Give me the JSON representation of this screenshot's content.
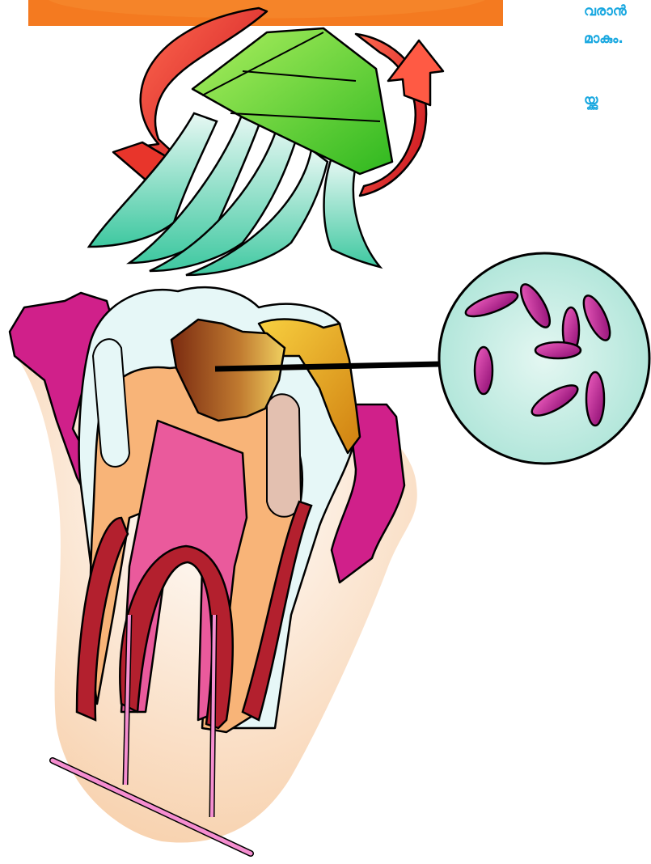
{
  "side_text": {
    "line1": "വരാൻ",
    "line2": "മാകും.",
    "line3": "യ്ക്കു"
  },
  "colors": {
    "banner": "#f47a20",
    "arrow": "#e8352b",
    "brush_head": "#63d626",
    "bristles": "#cdeee3",
    "gum": "#d0208a",
    "enamel": "#e6f7f7",
    "dentin": "#f8b478",
    "pulp": "#ea5a9c",
    "root_canal": "#b3202e",
    "nerve": "#f58ed0",
    "decay": "#8b3a18",
    "plaque": "#e09a18",
    "bacteria_circle": "#c2ebe2",
    "bacteria": "#c0127f",
    "pointer_line": "#000000"
  },
  "icons": {
    "toothbrush": "toothbrush-icon",
    "rotation_arrows": "rotation-arrow-icon",
    "tooth": "tooth-icon",
    "bacteria": "bacteria-icon"
  }
}
